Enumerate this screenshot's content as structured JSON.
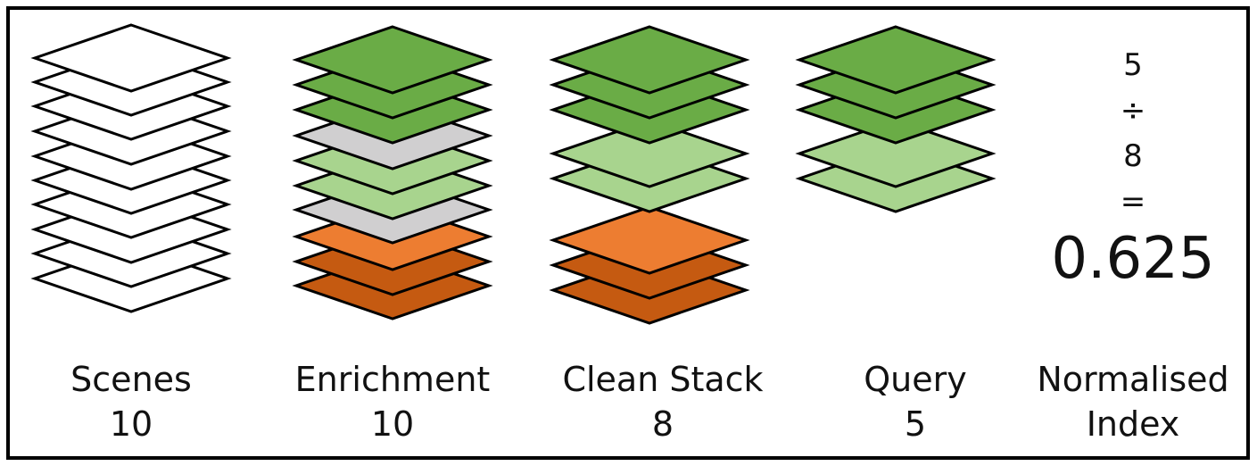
{
  "colors": {
    "frame": "#000000",
    "outline": "#000000",
    "white": "#ffffff",
    "dark_green": "#6aac46",
    "light_green": "#a8d48e",
    "grey": "#d0cfd0",
    "orange": "#ed7d31",
    "dark_orange": "#c55a11"
  },
  "stacks": [
    {
      "id": "scenes",
      "label": "Scenes",
      "count": "10",
      "layers": [
        "white",
        "white",
        "white",
        "white",
        "white",
        "white",
        "white",
        "white",
        "white",
        "white"
      ]
    },
    {
      "id": "enrichment",
      "label": "Enrichment",
      "count": "10",
      "layers": [
        "dark_green",
        "dark_green",
        "dark_green",
        "grey",
        "light_green",
        "light_green",
        "grey",
        "orange",
        "dark_orange",
        "dark_orange"
      ]
    },
    {
      "id": "clean-stack",
      "label": "Clean Stack",
      "count": "8",
      "layers": [
        "dark_green",
        "dark_green",
        "dark_green",
        "light_green",
        "light_green",
        "orange",
        "dark_orange",
        "dark_orange"
      ]
    },
    {
      "id": "query",
      "label": "Query",
      "count": "5",
      "layers": [
        "dark_green",
        "dark_green",
        "dark_green",
        "light_green",
        "light_green"
      ]
    }
  ],
  "result": {
    "numerator": "5",
    "divide_symbol": "÷",
    "denominator": "8",
    "equals_symbol": "=",
    "value": "0.625",
    "label_line1": "Normalised",
    "label_line2": "Index"
  }
}
